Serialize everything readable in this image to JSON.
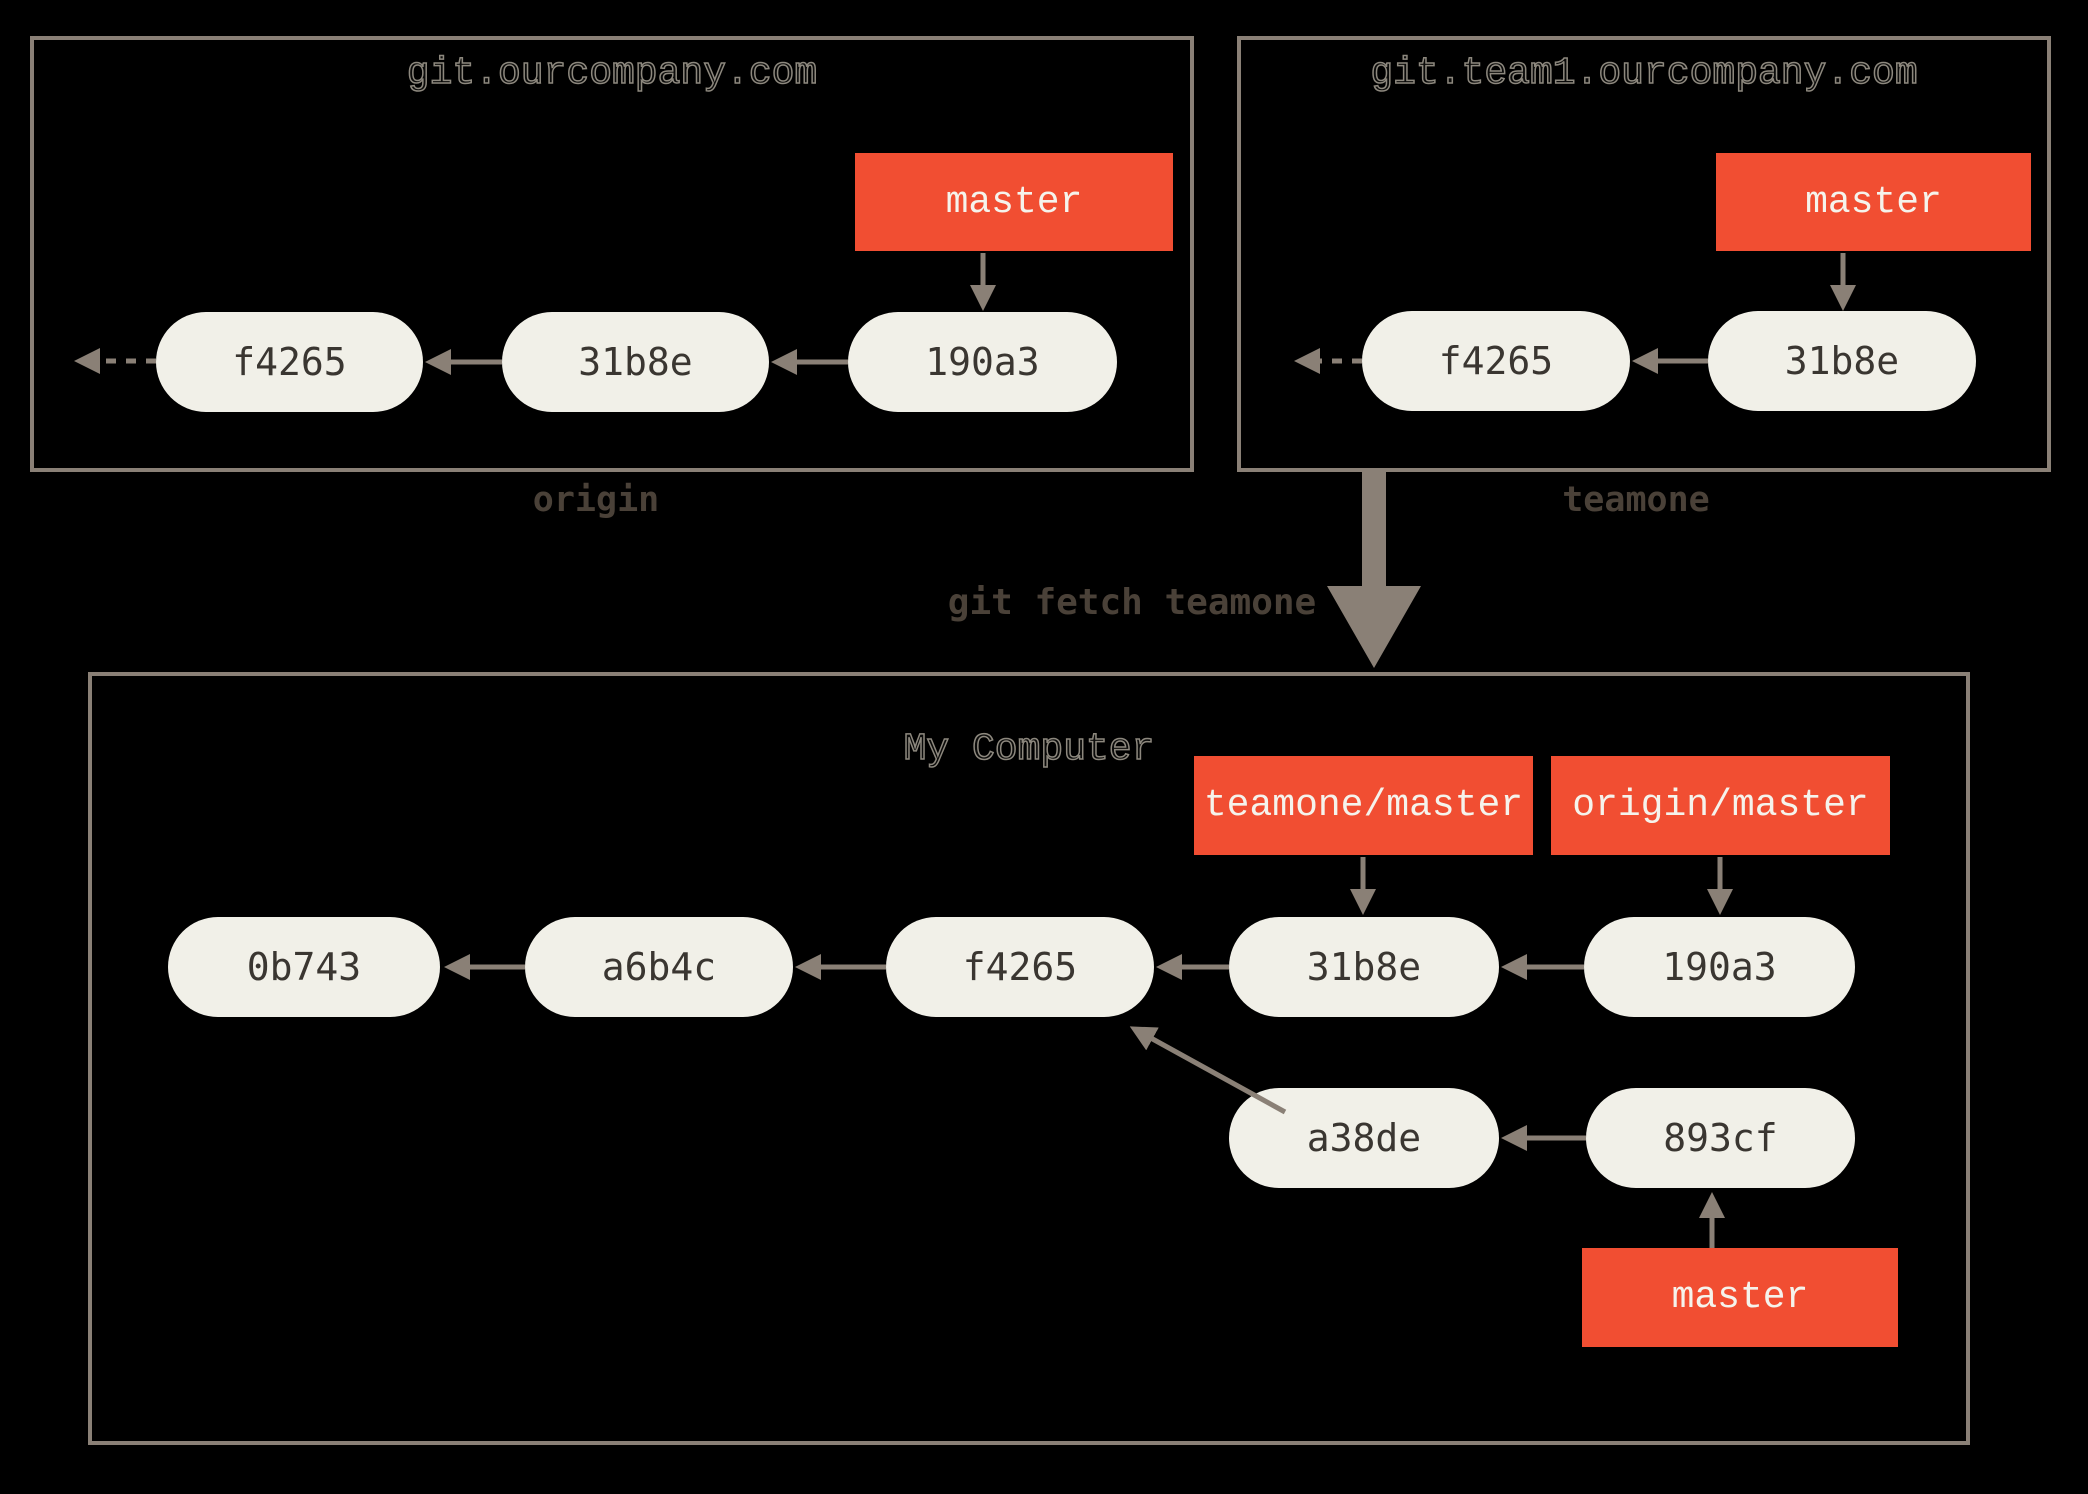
{
  "colors": {
    "background": "#000000",
    "line": "#8a8076",
    "pill_fill": "#f1f0e8",
    "commit_text": "#3a3631",
    "branch_red": "#f14e32",
    "branch_text": "#f5f3ec",
    "caption_text": "#4a4138",
    "title_fill": "#0a0a09",
    "title_stroke": "#8d887e"
  },
  "origin_remote": {
    "title": "git.ourcompany.com",
    "caption": "origin",
    "branch": "master",
    "commits": [
      "f4265",
      "31b8e",
      "190a3"
    ]
  },
  "teamone_remote": {
    "title": "git.team1.ourcompany.com",
    "caption": "teamone",
    "branch": "master",
    "commits": [
      "f4265",
      "31b8e"
    ]
  },
  "fetch_label": "git fetch teamone",
  "local": {
    "title": "My Computer",
    "labels": {
      "teamone_master": "teamone/master",
      "origin_master": "origin/master",
      "master": "master"
    },
    "main_commits": [
      "0b743",
      "a6b4c",
      "f4265",
      "31b8e",
      "190a3"
    ],
    "feature_commits": [
      "a38de",
      "893cf"
    ]
  }
}
